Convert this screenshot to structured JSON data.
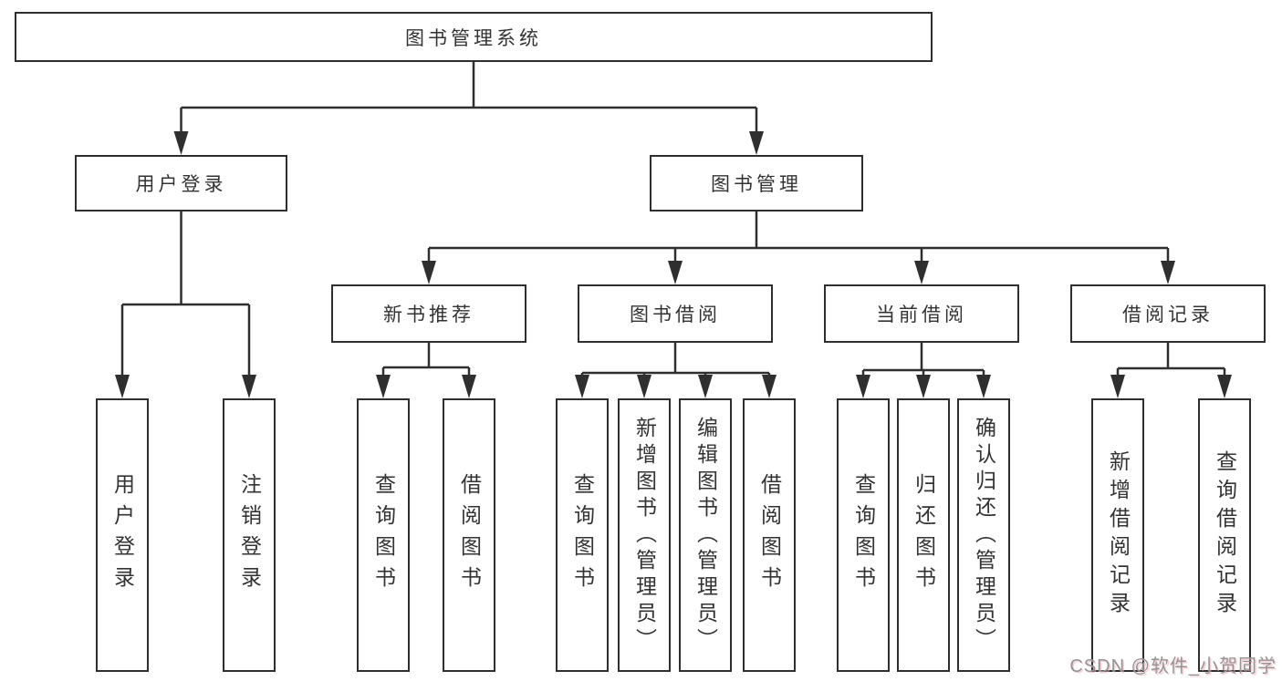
{
  "diagram": {
    "root": "图书管理系统",
    "branches": [
      {
        "label": "用户登录",
        "leaves": [
          "用户登录",
          "注销登录"
        ]
      },
      {
        "label": "图书管理",
        "groups": [
          {
            "label": "新书推荐",
            "leaves": [
              "查询图书",
              "借阅图书"
            ]
          },
          {
            "label": "图书借阅",
            "leaves": [
              "查询图书",
              "新增图书（管理员）",
              "编辑图书（管理员）",
              "借阅图书"
            ]
          },
          {
            "label": "当前借阅",
            "leaves": [
              "查询图书",
              "归还图书",
              "确认归还（管理员）"
            ]
          },
          {
            "label": "借阅记录",
            "leaves": [
              "新增借阅记录",
              "查询借阅记录"
            ]
          }
        ]
      }
    ]
  },
  "colors": {
    "line": "#2f2f2f",
    "box_border": "#2f2f2f",
    "box_background": "#ffffff",
    "text": "#333333",
    "watermark_text": "#949494"
  },
  "watermark": "CSDN @软件_小贺同学"
}
